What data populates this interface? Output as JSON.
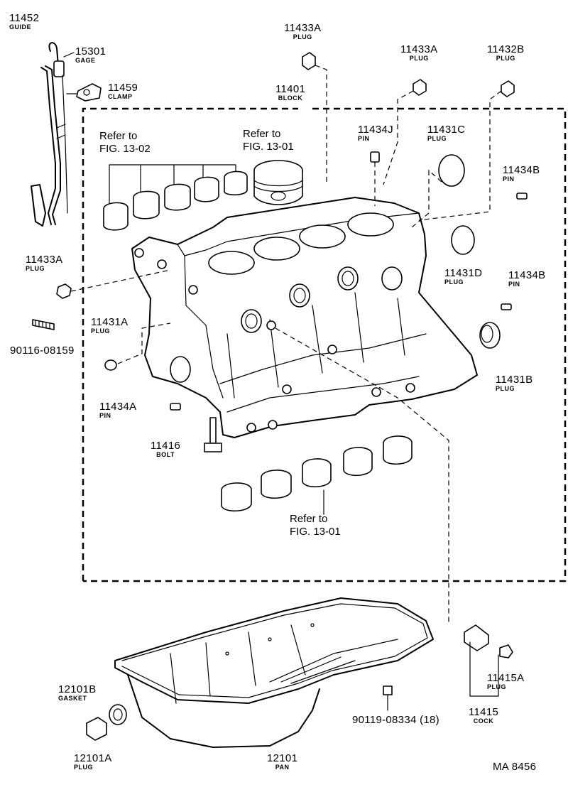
{
  "parts": {
    "guide": {
      "number": "11452",
      "name": "GUIDE"
    },
    "gage": {
      "number": "15301",
      "name": "GAGE"
    },
    "clamp": {
      "number": "11459",
      "name": "CLAMP"
    },
    "plug_top": {
      "number": "11433A",
      "name": "PLUG"
    },
    "block": {
      "number": "11401",
      "name": "BLOCK"
    },
    "plug_top_right": {
      "number": "11433A",
      "name": "PLUG"
    },
    "plug_b": {
      "number": "11432B",
      "name": "PLUG"
    },
    "pin_j": {
      "number": "11434J",
      "name": "PIN"
    },
    "plug_c": {
      "number": "11431C",
      "name": "PLUG"
    },
    "pin_b_upper": {
      "number": "11434B",
      "name": "PIN"
    },
    "plug_left": {
      "number": "11433A",
      "name": "PLUG"
    },
    "plug_d": {
      "number": "11431D",
      "name": "PLUG"
    },
    "pin_b_lower": {
      "number": "11434B",
      "name": "PIN"
    },
    "stud": {
      "number": "90116-08159"
    },
    "plug_a": {
      "number": "11431A",
      "name": "PLUG"
    },
    "plug_b_side": {
      "number": "11431B",
      "name": "PLUG"
    },
    "pin_a": {
      "number": "11434A",
      "name": "PIN"
    },
    "bolt": {
      "number": "11416",
      "name": "BOLT"
    },
    "gasket": {
      "number": "12101B",
      "name": "GASKET"
    },
    "drain_plug": {
      "number": "12101A",
      "name": "PLUG"
    },
    "pan": {
      "number": "12101",
      "name": "PAN"
    },
    "pan_bolt": {
      "number": "90119-08334 (18)"
    },
    "cock_plug": {
      "number": "11415A",
      "name": "PLUG"
    },
    "cock": {
      "number": "11415",
      "name": "COCK"
    }
  },
  "refs": {
    "fig_13_02": {
      "line1": "Refer to",
      "line2": "FIG. 13-02"
    },
    "fig_13_01_top": {
      "line1": "Refer to",
      "line2": "FIG. 13-01"
    },
    "fig_13_01_bottom": {
      "line1": "Refer to",
      "line2": "FIG. 13-01"
    }
  },
  "diagram_code": "MA 8456"
}
